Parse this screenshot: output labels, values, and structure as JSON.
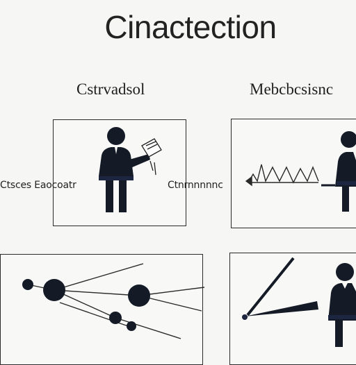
{
  "title": "Cinactection",
  "subtitles": {
    "left": "Cstrvadsol",
    "right": "Mebcbcsisnc"
  },
  "captions": {
    "left": "Ctsces Eaocoatr",
    "middle": "Ctnrnnnnnc"
  },
  "icons": {
    "person": "person-icon",
    "diploma": "diploma-icon",
    "wave": "wave-icon",
    "network": "network-icon",
    "pointer": "pointer-icon"
  },
  "colors": {
    "ink": "#141a26",
    "accent": "#1d2640",
    "background": "#f6f6f5"
  }
}
